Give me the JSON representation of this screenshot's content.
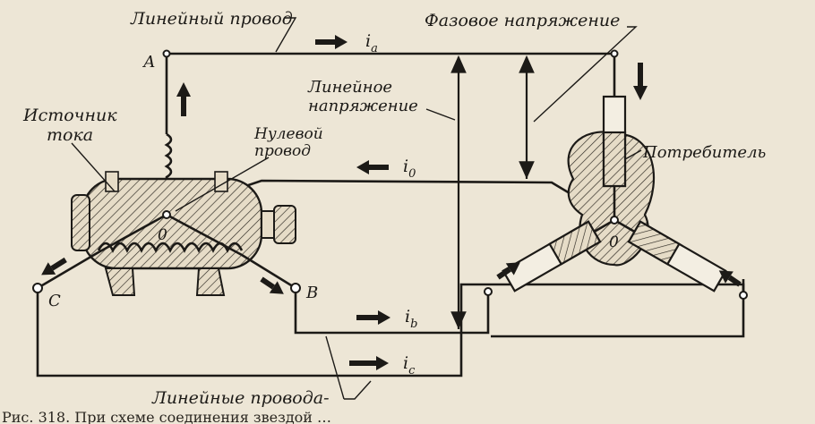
{
  "labels": {
    "linear_wire": "Линейный провод",
    "phase_voltage": "Фазовое напряжение",
    "line_voltage_1": "Линейное",
    "line_voltage_2": "напряжение",
    "source_1": "Источник",
    "source_2": "тока",
    "neutral_1": "Нулевой",
    "neutral_2": "провод",
    "consumer": "Потребитель",
    "linear_wires": "Линейные провода-",
    "node_A": "А",
    "node_B": "В",
    "node_C": "С",
    "node_O_source": "0",
    "node_O_load": "0",
    "current_a": "i",
    "current_a_sub": "a",
    "current_0": "i",
    "current_0_sub": "0",
    "current_b": "i",
    "current_b_sub": "b",
    "current_c": "i",
    "current_c_sub": "c"
  },
  "caption": "Рис. 318. При схеме соединения звездой …",
  "colors": {
    "paper": "#ede6d6",
    "ink": "#1c1a17",
    "hatch": "#d9cdb6"
  }
}
